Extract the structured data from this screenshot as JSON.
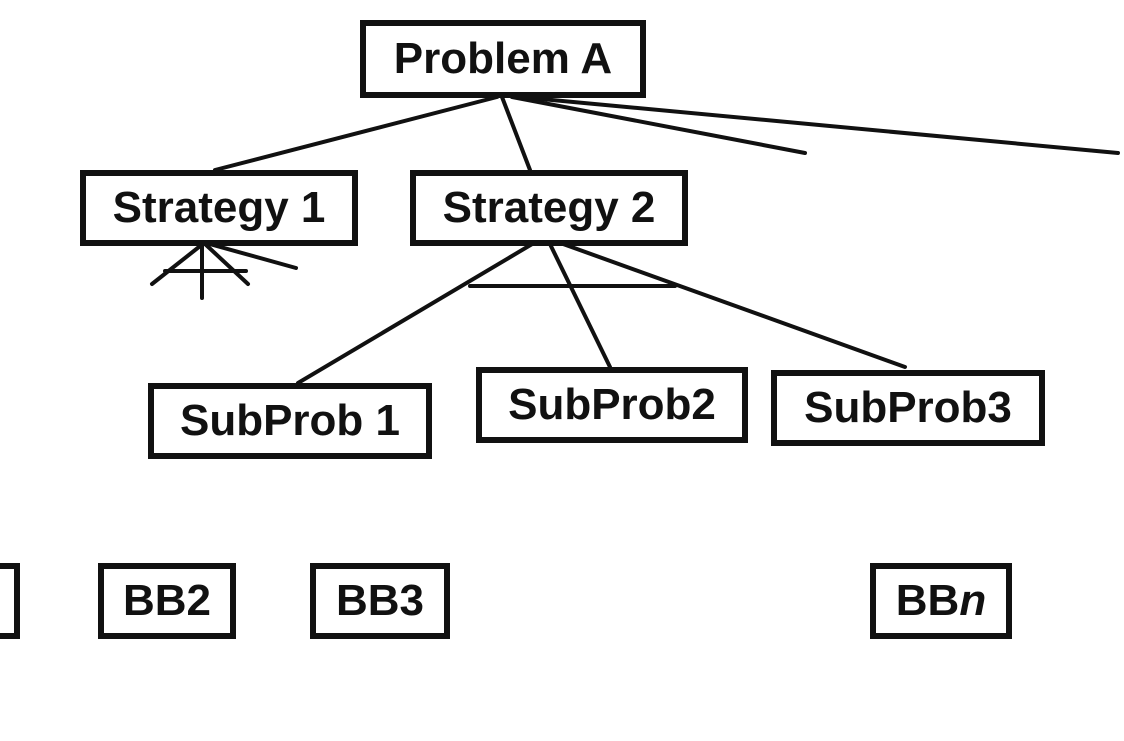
{
  "diagram": {
    "root": {
      "label": "Problem A"
    },
    "strategies": [
      {
        "label": "Strategy 1"
      },
      {
        "label": "Strategy 2"
      }
    ],
    "subproblems": [
      {
        "label": "SubProb 1"
      },
      {
        "label": "SubProb2"
      },
      {
        "label": "SubProb3"
      }
    ],
    "building_blocks": [
      {
        "label": "BB2"
      },
      {
        "label": "BB3"
      },
      {
        "prefix": "BB",
        "suffix": "n"
      }
    ]
  },
  "colors": {
    "line": "#111111",
    "box_border": "#111111",
    "background": "#ffffff"
  }
}
